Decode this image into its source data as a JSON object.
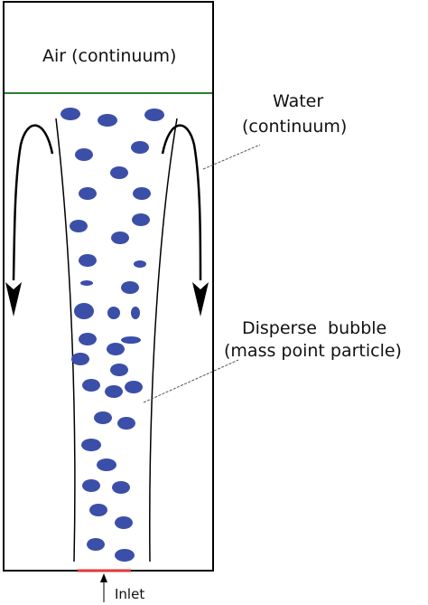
{
  "labels": {
    "air": "Air (continuum)",
    "water_line1": "Water",
    "water_line2": "(continuum)",
    "bubble_line1": "Disperse  bubble",
    "bubble_line2": "(mass point particle)",
    "inlet": "Inlet"
  },
  "colors": {
    "outline": "#000000",
    "water_surface": "#2e7d32",
    "bubble": "#3b4fa8",
    "inlet": "#e53935",
    "leader": "#555555"
  },
  "icons": {
    "flow_arrows": "down-arrow-icon",
    "inlet_arrow": "up-arrow-icon"
  }
}
